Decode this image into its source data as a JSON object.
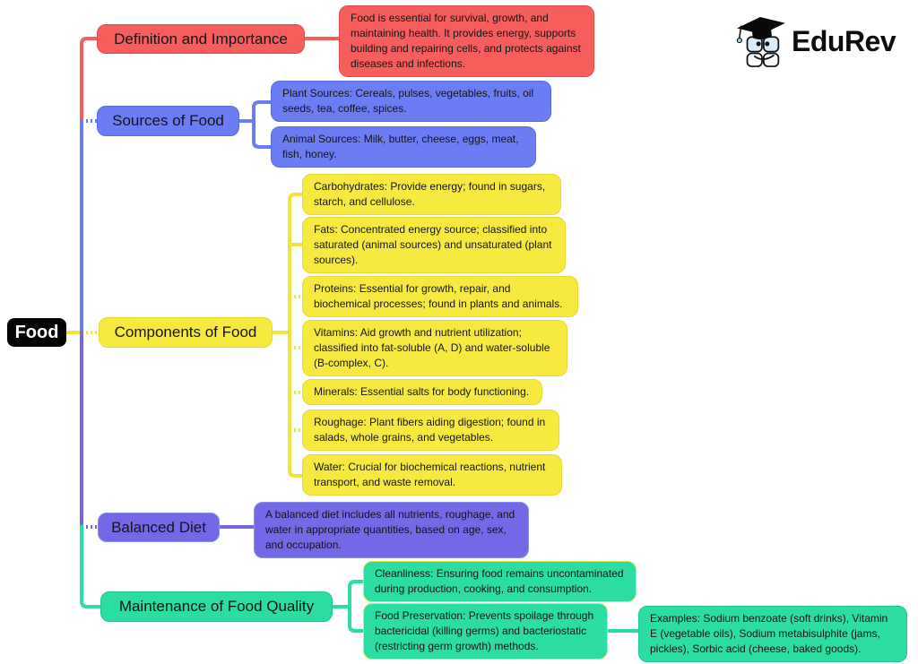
{
  "background": "#ffffff",
  "root": {
    "label": "Food",
    "bg": "#050505",
    "text_color": "#ffffff"
  },
  "colors": {
    "red": "#f65d5d",
    "blue": "#6b7df3",
    "yellow": "#f2e23a",
    "purple": "#7468e6",
    "teal": "#2bdca3"
  },
  "branches": [
    {
      "label": "Definition and Importance",
      "color": "#f65d5d",
      "details": [
        "Food is essential for survival, growth, and maintaining health. It provides energy, supports building and repairing cells, and protects against diseases and infections."
      ]
    },
    {
      "label": "Sources of Food",
      "color": "#6b7df3",
      "details": [
        "Plant Sources: Cereals, pulses, vegetables, fruits, oil seeds, tea, coffee, spices.",
        "Animal Sources: Milk, butter, cheese, eggs, meat, fish, honey."
      ]
    },
    {
      "label": "Components of Food",
      "color": "#f2e23a",
      "details": [
        "Carbohydrates: Provide energy; found in sugars, starch, and cellulose.",
        "Fats: Concentrated energy source; classified into saturated (animal sources) and unsaturated (plant sources).",
        "Proteins: Essential for growth, repair, and biochemical processes; found in plants and animals.",
        "Vitamins: Aid growth and nutrient utilization; classified into fat-soluble (A, D) and water-soluble (B-complex, C).",
        "Minerals: Essential salts for body functioning.",
        "Roughage: Plant fibers aiding digestion; found in salads, whole grains, and vegetables.",
        "Water: Crucial for biochemical reactions, nutrient transport, and waste removal."
      ]
    },
    {
      "label": "Balanced Diet",
      "color": "#7468e6",
      "details": [
        "A balanced diet includes all nutrients, roughage, and water in appropriate quantities, based on age, sex, and occupation."
      ]
    },
    {
      "label": "Maintenance of Food Quality",
      "color": "#2bdca3",
      "details": [
        "Cleanliness: Ensuring food remains uncontaminated during production, cooking, and consumption.",
        "Food Preservation: Prevents spoilage through bactericidal (killing germs) and bacteriostatic (restricting germ growth) methods."
      ],
      "sub_details": [
        "Examples: Sodium benzoate (soft drinks), Vitamin E (vegetable oils), Sodium metabisulphite (jams, pickles), Sorbic acid (cheese, baked goods)."
      ]
    }
  ],
  "logo": {
    "text": "EduRev"
  }
}
